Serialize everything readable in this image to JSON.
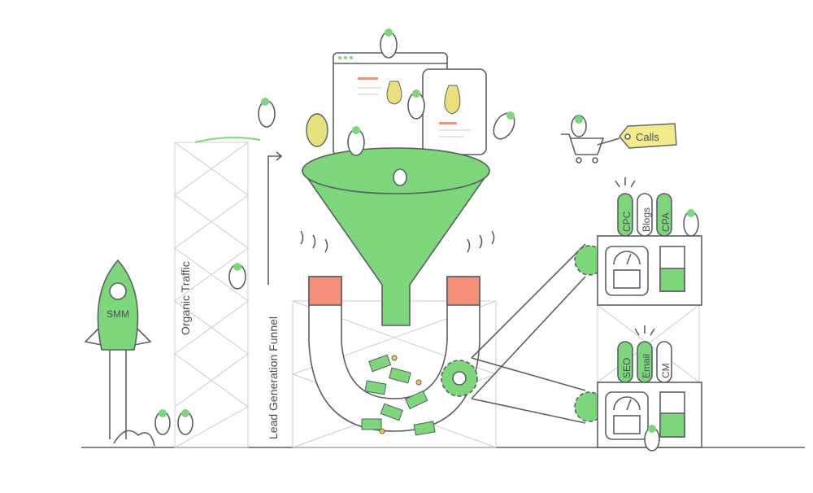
{
  "labels": {
    "rocket": "SMM",
    "organic": "Organic Traffic",
    "funnel": "Lead Generation Funnel",
    "calls": "Calls",
    "top_pills": [
      "CPC",
      "Blogs",
      "CPA"
    ],
    "bottom_pills": [
      "SEO",
      "Email",
      "CM"
    ]
  },
  "colors": {
    "accent": "#7ed67a",
    "magnet_tip": "#f4907a",
    "line": "#5a5f66"
  }
}
